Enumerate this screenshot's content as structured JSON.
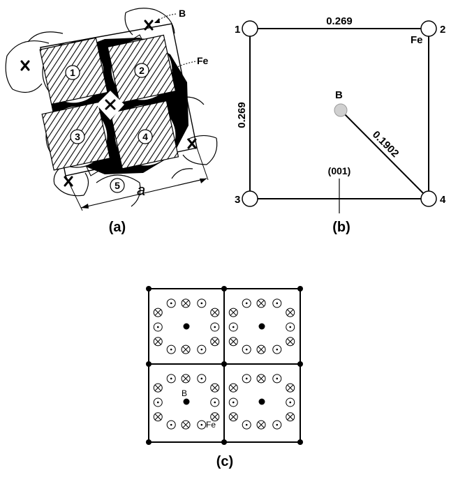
{
  "panel_a": {
    "caption": "(a)",
    "atom_numbers": [
      "1",
      "2",
      "3",
      "4",
      "5"
    ],
    "label_b": "B",
    "label_fe": "Fe",
    "label_a": "a"
  },
  "panel_b": {
    "caption": "(b)",
    "corner_numbers": [
      "1",
      "2",
      "3",
      "4"
    ],
    "top_edge_value": "0.269",
    "left_edge_value": "0.269",
    "diagonal_value": "0.1902",
    "label_b": "B",
    "label_fe": "Fe",
    "plane_label": "(001)"
  },
  "panel_c": {
    "caption": "(c)",
    "label_b": "B",
    "label_fe": "Fe",
    "label_color": "#2b2b9e"
  }
}
